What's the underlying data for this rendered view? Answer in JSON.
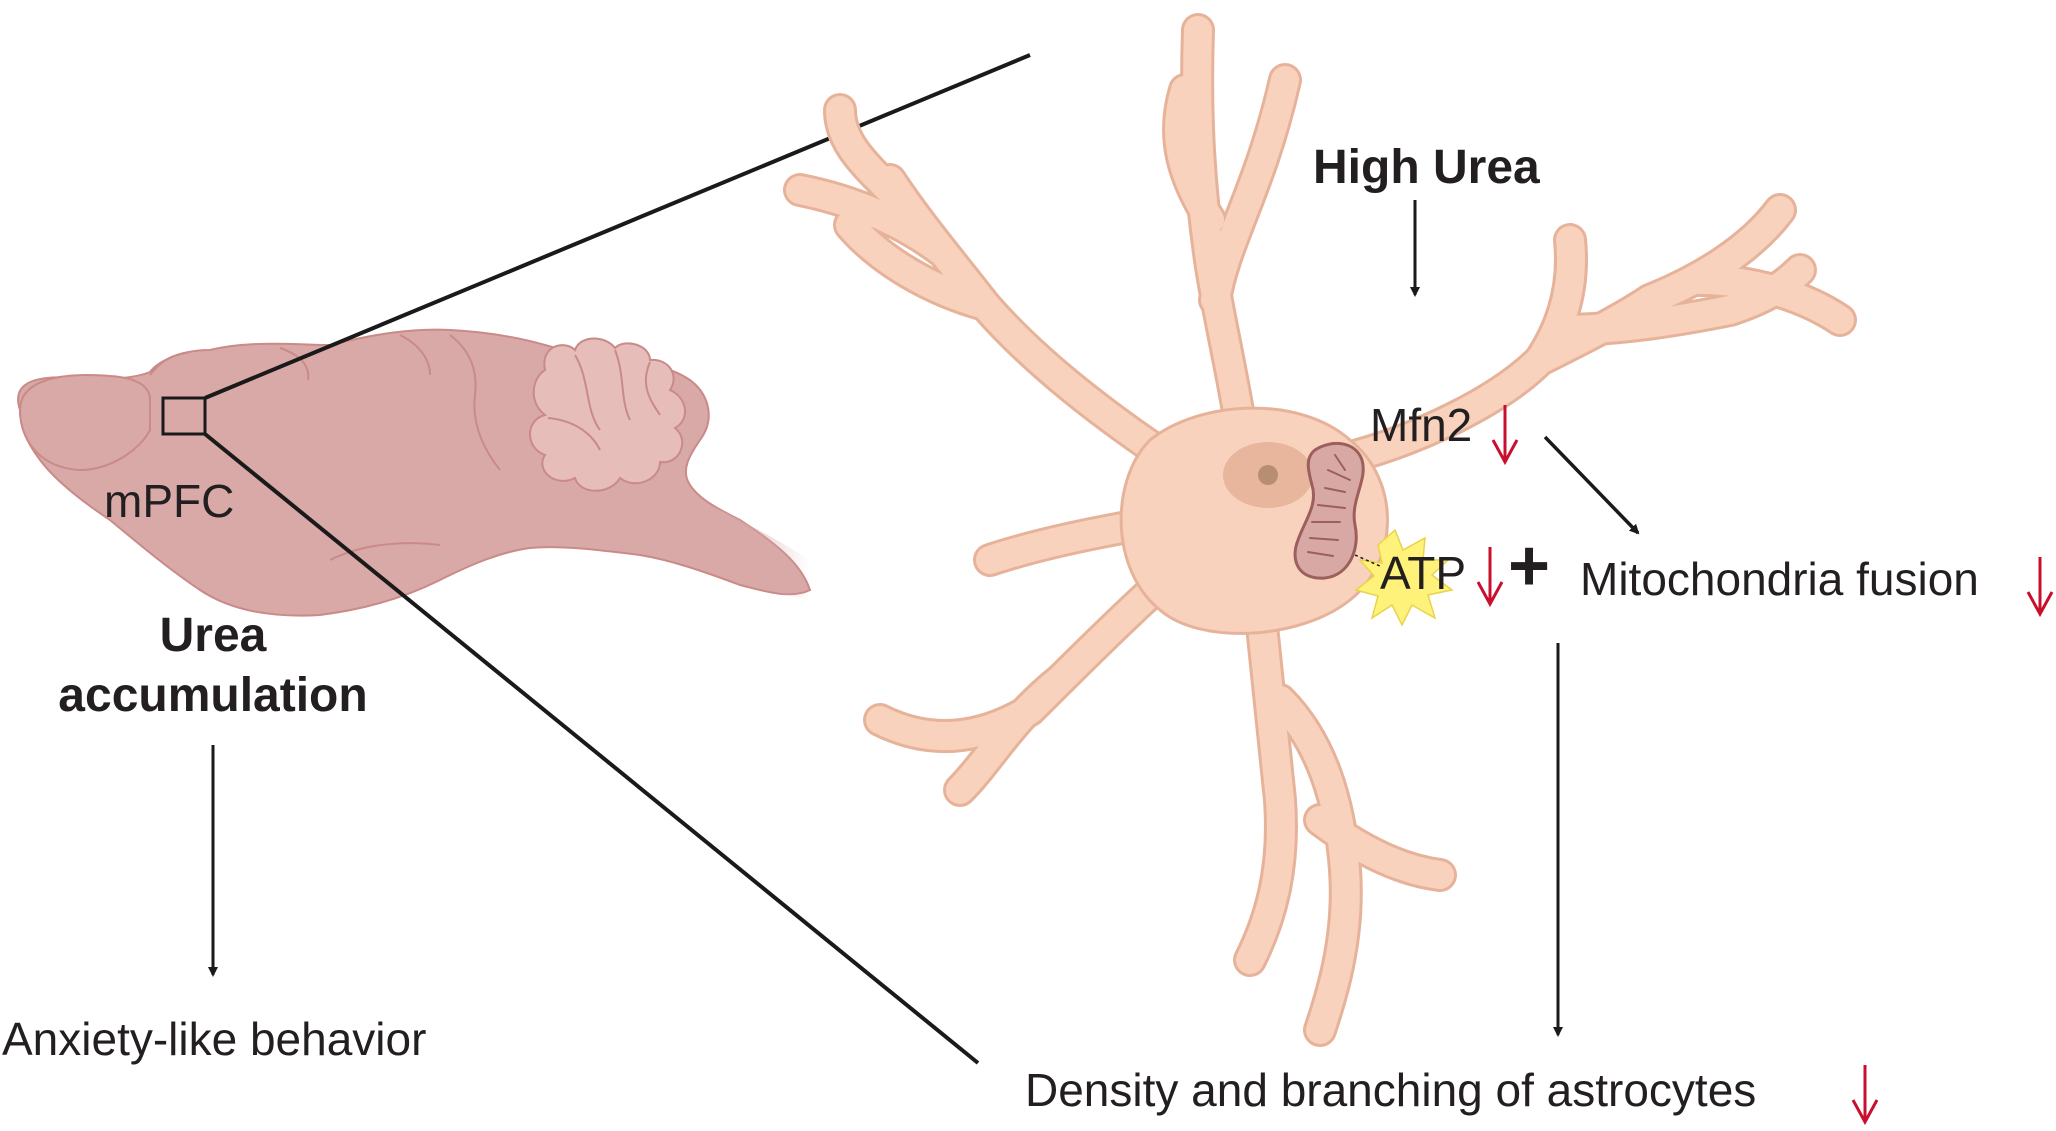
{
  "colors": {
    "brain_fill": "#d9a9a7",
    "brain_stroke": "#c98a88",
    "cerebellum_fill": "#e6bdb9",
    "astrocyte_fill": "#f8d2bd",
    "astrocyte_stroke": "#e6b39a",
    "nucleus": "#e8b59d",
    "nucleolus": "#b88e72",
    "mitochondria_fill": "#d8a8a4",
    "mitochondria_stroke": "#9c5f5c",
    "atp_burst": "#fff27a",
    "down_arrow": "#c8102e",
    "line": "#1a1a1a"
  },
  "labels": {
    "region": "mPFC",
    "urea_accumulation_line1": "Urea",
    "urea_accumulation_line2": "accumulation",
    "behavior": "Anxiety-like behavior",
    "high_urea": "High Urea",
    "mfn2": "Mfn2",
    "atp": "ATP",
    "plus": "+",
    "fusion": "Mitochondria fusion",
    "density": "Density and branching of astrocytes"
  },
  "icons": {
    "down_arrow": "red-down-arrow-icon",
    "plus": "plus-icon",
    "burst": "atp-burst-icon"
  }
}
